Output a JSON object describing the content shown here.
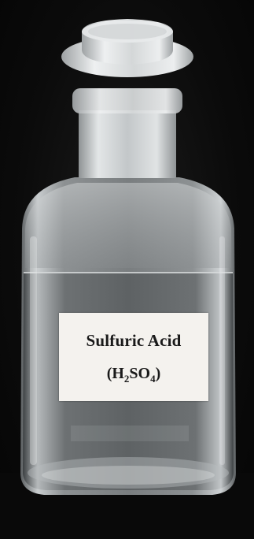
{
  "label": {
    "line1": "Sulfuric Acid",
    "formula": {
      "open": "(H",
      "sub1": "2",
      "mid": "SO",
      "sub2": "4",
      "close": ")"
    }
  },
  "colors": {
    "background": "#0a0a0a",
    "glass": "#cfd3d4",
    "liquid": "#9fa3a5",
    "label_paper": "#f4f2ee",
    "label_text": "#1a1a1a"
  }
}
